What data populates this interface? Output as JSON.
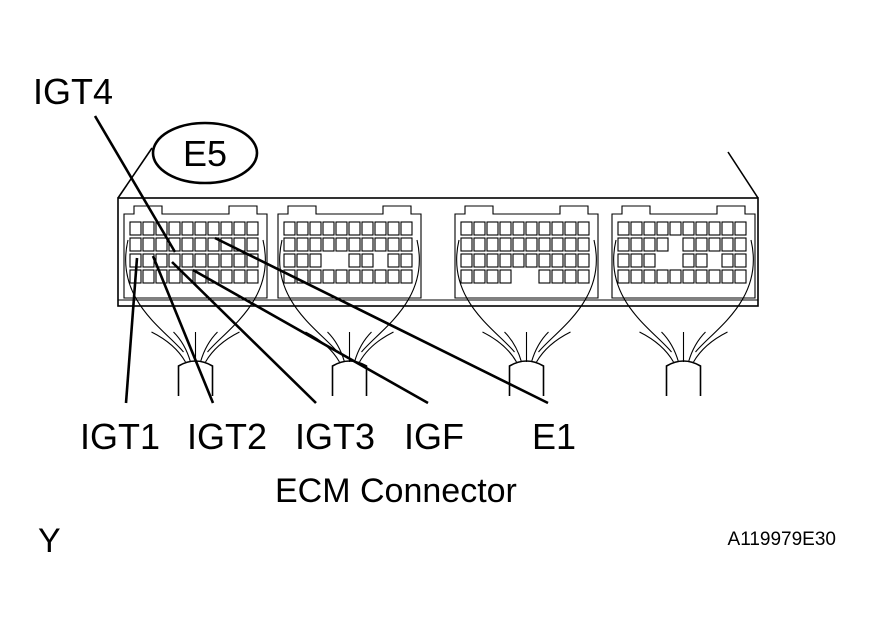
{
  "connector_id": "E5",
  "caption": "ECM Connector",
  "pins": {
    "igt4": "IGT4",
    "igt1": "IGT1",
    "igt2": "IGT2",
    "igt3": "IGT3",
    "igf": "IGF",
    "e1": "E1"
  },
  "footer": {
    "left_code": "Y",
    "figure_code": "A119979E30"
  }
}
